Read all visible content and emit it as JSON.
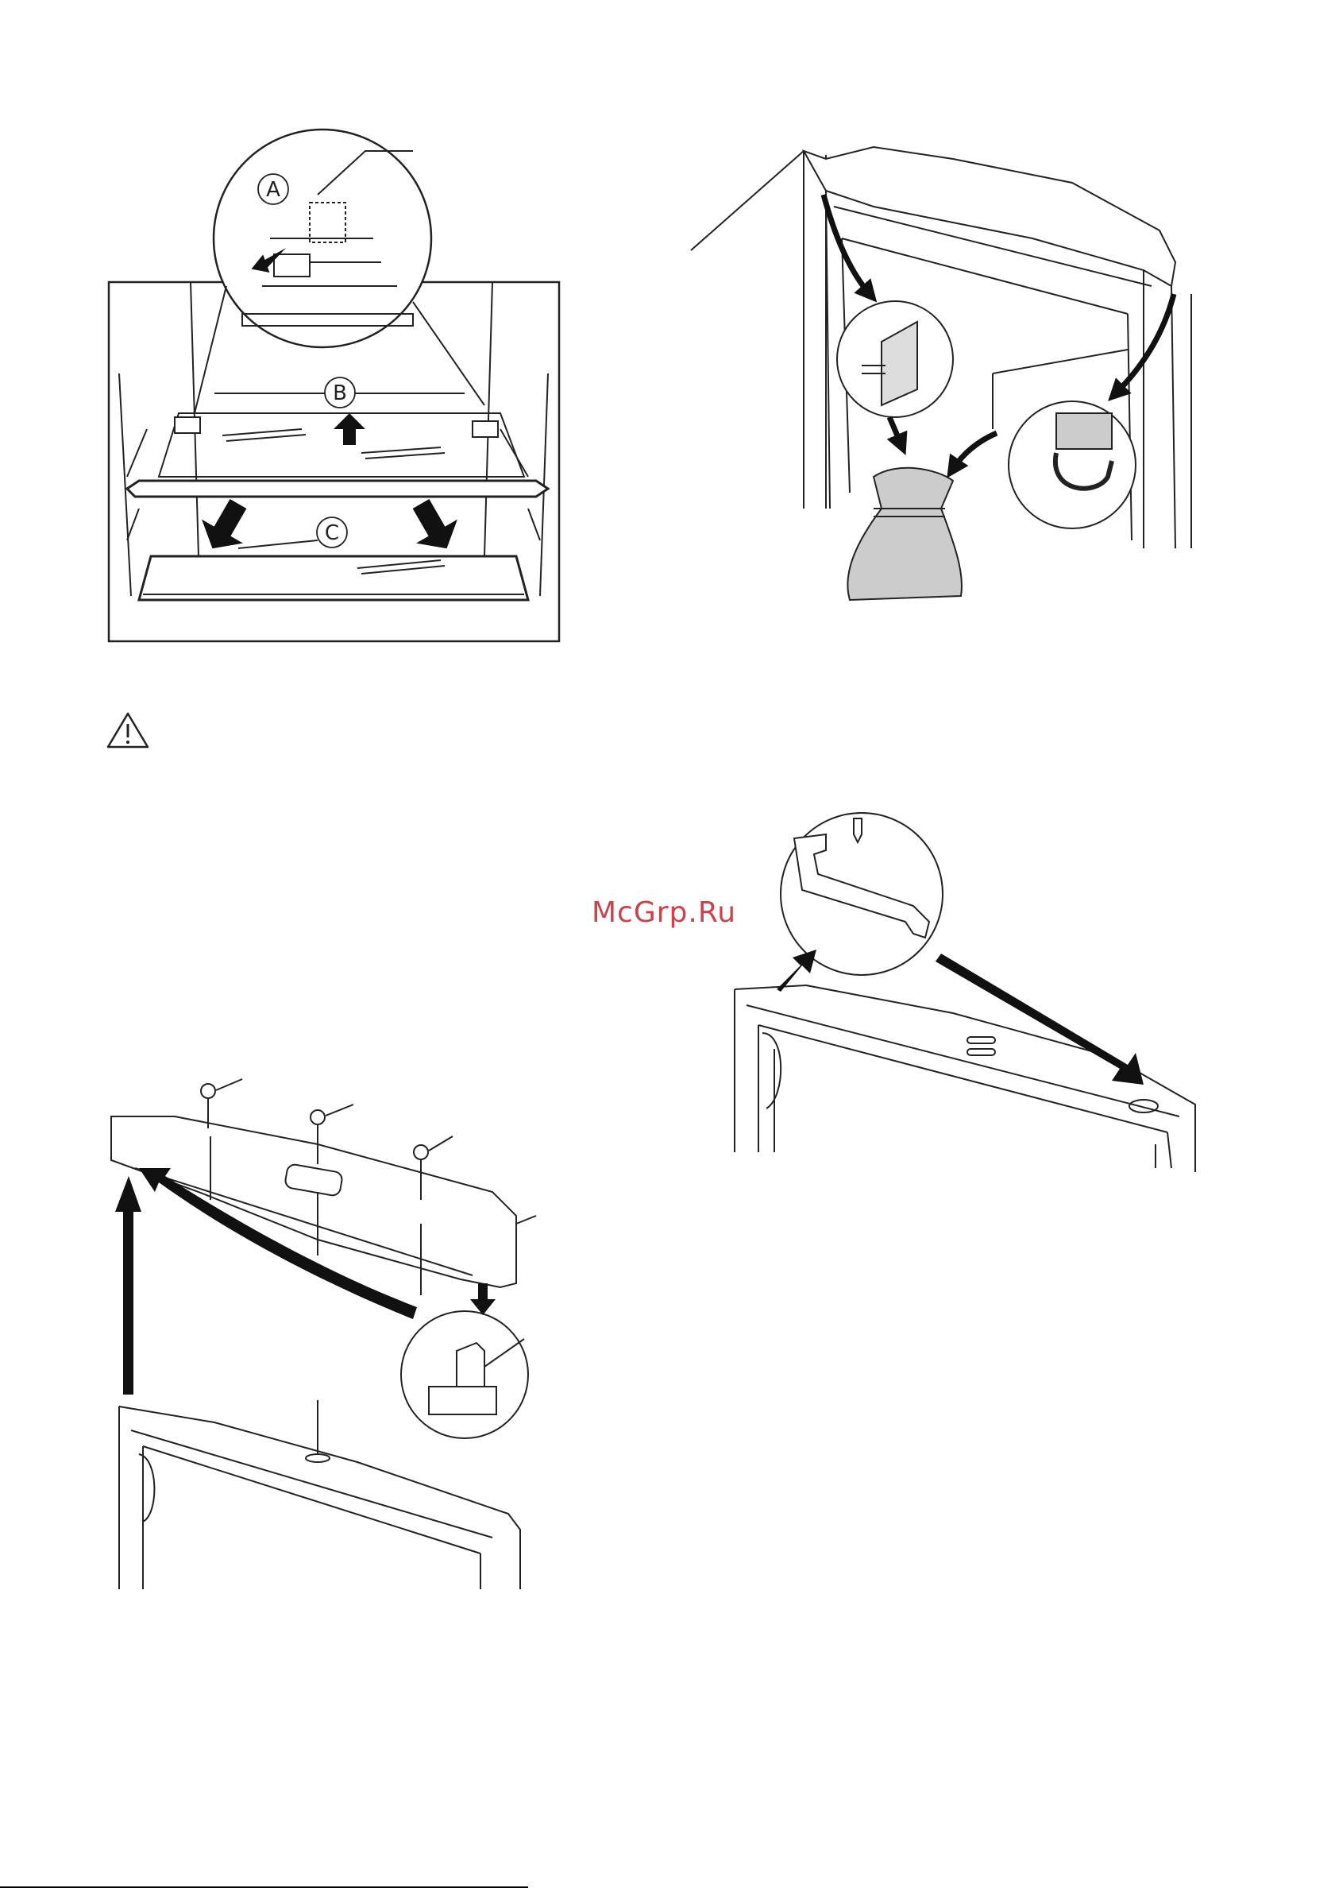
{
  "watermark": "McGrp.Ru",
  "figure1": {
    "callouts": {
      "a": "A",
      "b": "B",
      "c": "C"
    }
  },
  "warning": {
    "icon": "warning-triangle-icon"
  },
  "figure2": {
    "items": [
      "nail-icon",
      "bag-icon",
      "hook-icon"
    ]
  },
  "figure3": {
    "items": [
      "screw-icon",
      "bracket-icon"
    ]
  },
  "figure4": {
    "items": [
      "screw-icon",
      "cover-icon",
      "clip-icon"
    ]
  }
}
